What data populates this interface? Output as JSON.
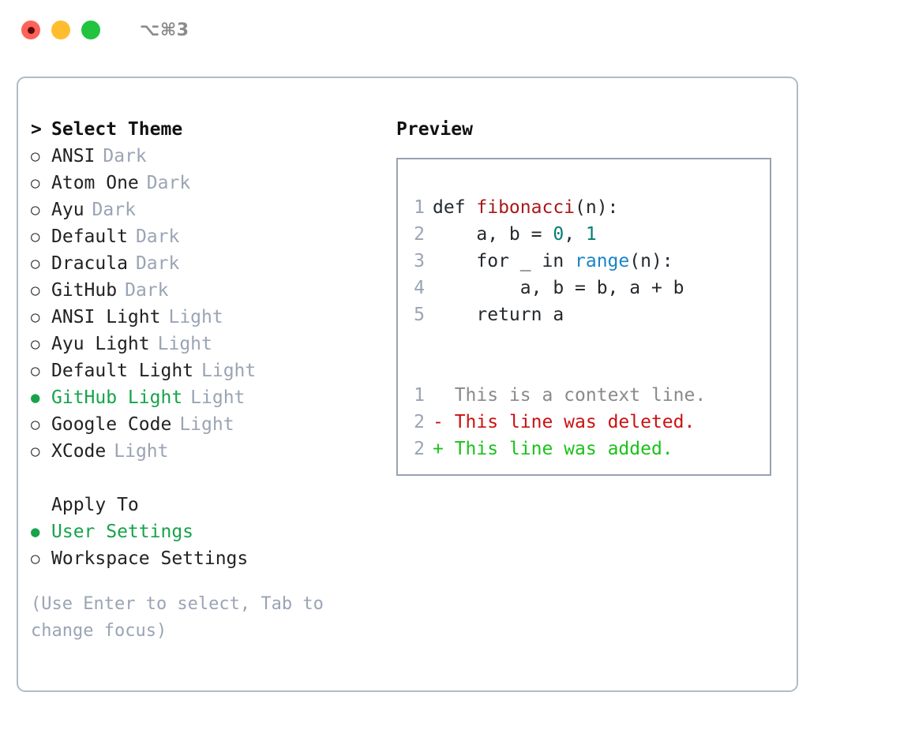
{
  "titlebar": {
    "shortcut": "⌥⌘3",
    "lights": [
      "close",
      "minimize",
      "zoom"
    ]
  },
  "theme_list": {
    "header": {
      "marker": ">",
      "label": "Select Theme"
    },
    "items": [
      {
        "marker": "○",
        "label": "ANSI",
        "badge": "Dark",
        "selected": false
      },
      {
        "marker": "○",
        "label": "Atom One",
        "badge": "Dark",
        "selected": false
      },
      {
        "marker": "○",
        "label": "Ayu",
        "badge": "Dark",
        "selected": false
      },
      {
        "marker": "○",
        "label": "Default",
        "badge": "Dark",
        "selected": false
      },
      {
        "marker": "○",
        "label": "Dracula",
        "badge": "Dark",
        "selected": false
      },
      {
        "marker": "○",
        "label": "GitHub",
        "badge": "Dark",
        "selected": false
      },
      {
        "marker": "○",
        "label": "ANSI Light",
        "badge": "Light",
        "selected": false
      },
      {
        "marker": "○",
        "label": "Ayu Light",
        "badge": "Light",
        "selected": false
      },
      {
        "marker": "○",
        "label": "Default Light",
        "badge": "Light",
        "selected": false
      },
      {
        "marker": "●",
        "label": "GitHub Light",
        "badge": "Light",
        "selected": true
      },
      {
        "marker": "○",
        "label": "Google Code",
        "badge": "Light",
        "selected": false
      },
      {
        "marker": "○",
        "label": "XCode",
        "badge": "Light",
        "selected": false
      }
    ]
  },
  "apply_to": {
    "header": {
      "marker": " ",
      "label": "Apply To"
    },
    "options": [
      {
        "marker": "●",
        "label": "User Settings",
        "selected": true
      },
      {
        "marker": "○",
        "label": "Workspace Settings",
        "selected": false
      }
    ]
  },
  "hint": "(Use Enter to select, Tab to change focus)",
  "preview": {
    "title": "Preview",
    "code": [
      {
        "lineno": "1",
        "text": "def fibonacci(n):"
      },
      {
        "lineno": "2",
        "text": "    a, b = 0, 1"
      },
      {
        "lineno": "3",
        "text": "    for _ in range(n):"
      },
      {
        "lineno": "4",
        "text": "        a, b = b, a + b"
      },
      {
        "lineno": "5",
        "text": "    return a"
      }
    ],
    "code_tokens": {
      "line1": {
        "keyword": "def ",
        "function": "fibonacci",
        "rest": "(n):"
      },
      "line2": {
        "indent": "    ",
        "pre": "a, b = ",
        "num1": "0",
        "mid": ", ",
        "num2": "1"
      },
      "line3": {
        "indent": "    ",
        "pre": "for _ in ",
        "call": "range",
        "rest": "(n):"
      },
      "line4": {
        "indent": "        ",
        "text": "a, b = b, a + b"
      },
      "line5": {
        "indent": "    ",
        "text": "return a"
      }
    },
    "diff": [
      {
        "lineno": "1",
        "sign": " ",
        "text": "This is a context line.",
        "kind": "context"
      },
      {
        "lineno": "2",
        "sign": "-",
        "text": "This line was deleted.",
        "kind": "deleted"
      },
      {
        "lineno": "2",
        "sign": "+",
        "text": "This line was added.",
        "kind": "added"
      }
    ]
  },
  "colors": {
    "accent_green": "#16a34a",
    "muted": "#9aa4b4",
    "panel_border": "#b3bac6",
    "preview_border": "#98a2b3",
    "diff_added": "#19c219",
    "diff_deleted": "#cc1111",
    "token_function": "#a81919",
    "token_number": "#067d74",
    "token_call": "#1a84c7",
    "light_red": "#ff6259",
    "light_yellow": "#ffbd2e",
    "light_green": "#22c33f"
  }
}
